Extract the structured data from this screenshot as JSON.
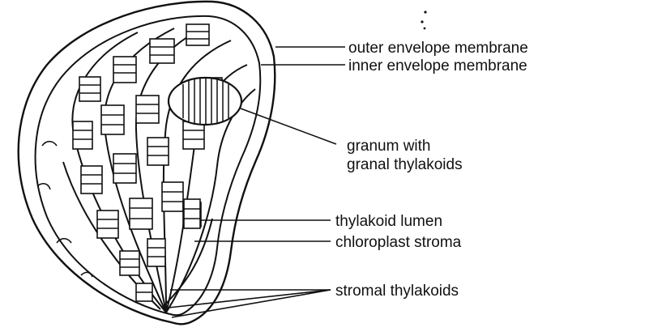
{
  "diagram": {
    "labels": {
      "outer_envelope_membrane": "outer envelope membrane",
      "inner_envelope_membrane": "inner envelope membrane",
      "granum_line1": "granum with",
      "granum_line2": "granal thylakoids",
      "thylakoid_lumen": "thylakoid lumen",
      "chloroplast_stroma": "chloroplast stroma",
      "stromal_thylakoids": "stromal thylakoids"
    },
    "colors": {
      "ink": "#111111",
      "background": "#ffffff"
    }
  }
}
